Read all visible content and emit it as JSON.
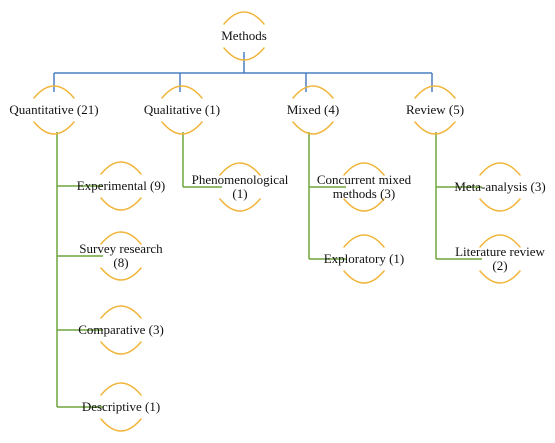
{
  "colors": {
    "arc": "#f0b53a",
    "root_connector": "#4a7fc0",
    "child_connector": "#6fa63a",
    "text": "#111111",
    "background": "#ffffff"
  },
  "root": {
    "label": "Methods"
  },
  "branches": [
    {
      "label": "Quantitative (21)",
      "children": [
        {
          "lines": [
            "Experimental (9)"
          ]
        },
        {
          "lines": [
            "Survey research",
            "(8)"
          ]
        },
        {
          "lines": [
            "Comparative (3)"
          ]
        },
        {
          "lines": [
            "Descriptive (1)"
          ]
        }
      ]
    },
    {
      "label": "Qualitative (1)",
      "children": [
        {
          "lines": [
            "Phenomenological",
            "(1)"
          ]
        }
      ]
    },
    {
      "label": "Mixed (4)",
      "children": [
        {
          "lines": [
            "Concurrent mixed",
            "methods  (3)"
          ]
        },
        {
          "lines": [
            "Exploratory (1)"
          ]
        }
      ]
    },
    {
      "label": "Review (5)",
      "children": [
        {
          "lines": [
            "Meta-analysis (3)"
          ]
        },
        {
          "lines": [
            "Literature review",
            "(2)"
          ]
        }
      ]
    }
  ]
}
